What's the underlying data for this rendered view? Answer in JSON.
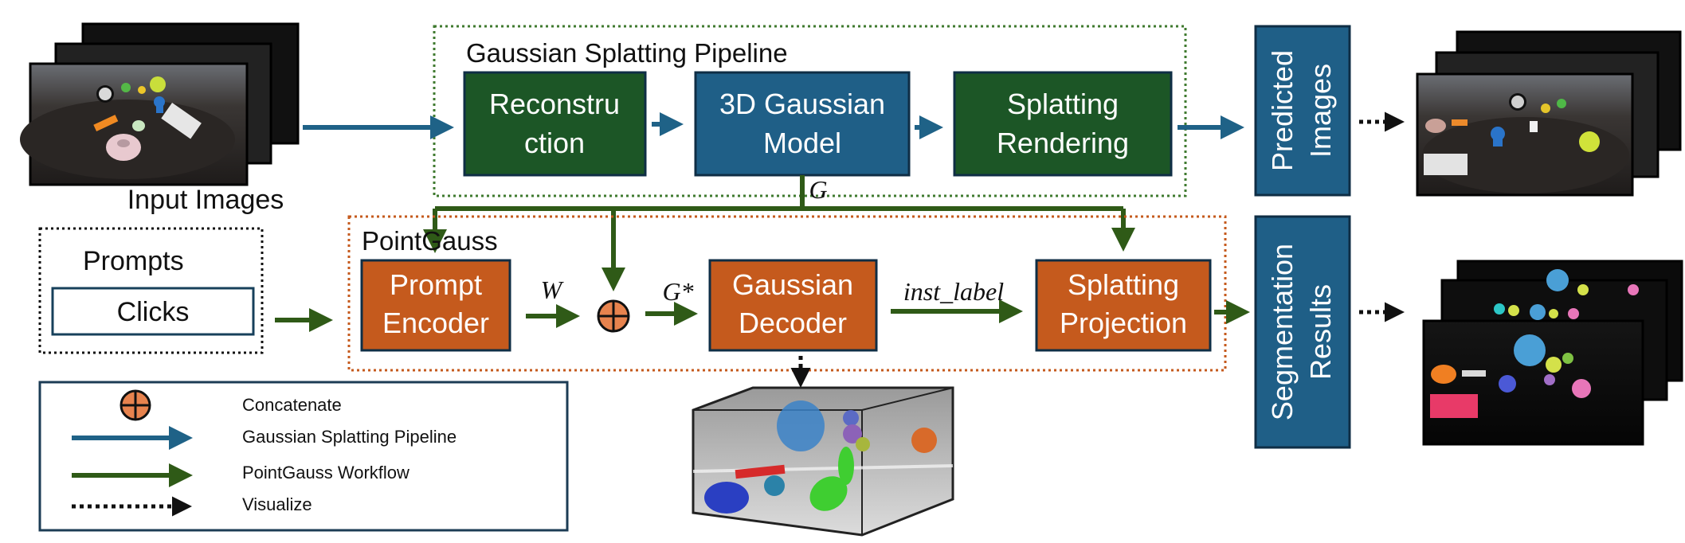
{
  "colors": {
    "blue_pipeline": "#1f6287",
    "green_workflow": "#2f5a17",
    "dark_green_box": "#1c5626",
    "blue_box": "#1f5f87",
    "orange_box": "#c55a1d",
    "box_border": "#0f2e45",
    "concat_fill": "#e7834e"
  },
  "input": {
    "caption": "Input  Images"
  },
  "pipeline": {
    "title": "Gaussian Splatting Pipeline",
    "reconstruction": [
      "Reconstru",
      "ction"
    ],
    "gaussian_model": [
      "3D Gaussian",
      "Model"
    ],
    "splatting_rendering": [
      "Splatting",
      "Rendering"
    ],
    "g_label": "G"
  },
  "prompts": {
    "title": "Prompts",
    "clicks": "Clicks"
  },
  "pointgauss": {
    "title": "PointGauss",
    "prompt_encoder": [
      "Prompt",
      "Encoder"
    ],
    "w_label": "W",
    "g_star_label": "G*",
    "gaussian_decoder": [
      "Gaussian",
      "Decoder"
    ],
    "inst_label": "inst_label",
    "splatting_projection": [
      "Splatting",
      "Projection"
    ]
  },
  "outputs": {
    "predicted_images": [
      "Predicted",
      "Images"
    ],
    "segmentation_results": [
      "Segmentation",
      "Results"
    ]
  },
  "legend": {
    "concatenate": "Concatenate",
    "pipeline": "Gaussian Splatting Pipeline",
    "workflow": "PointGauss Workflow",
    "visualize": "Visualize"
  }
}
